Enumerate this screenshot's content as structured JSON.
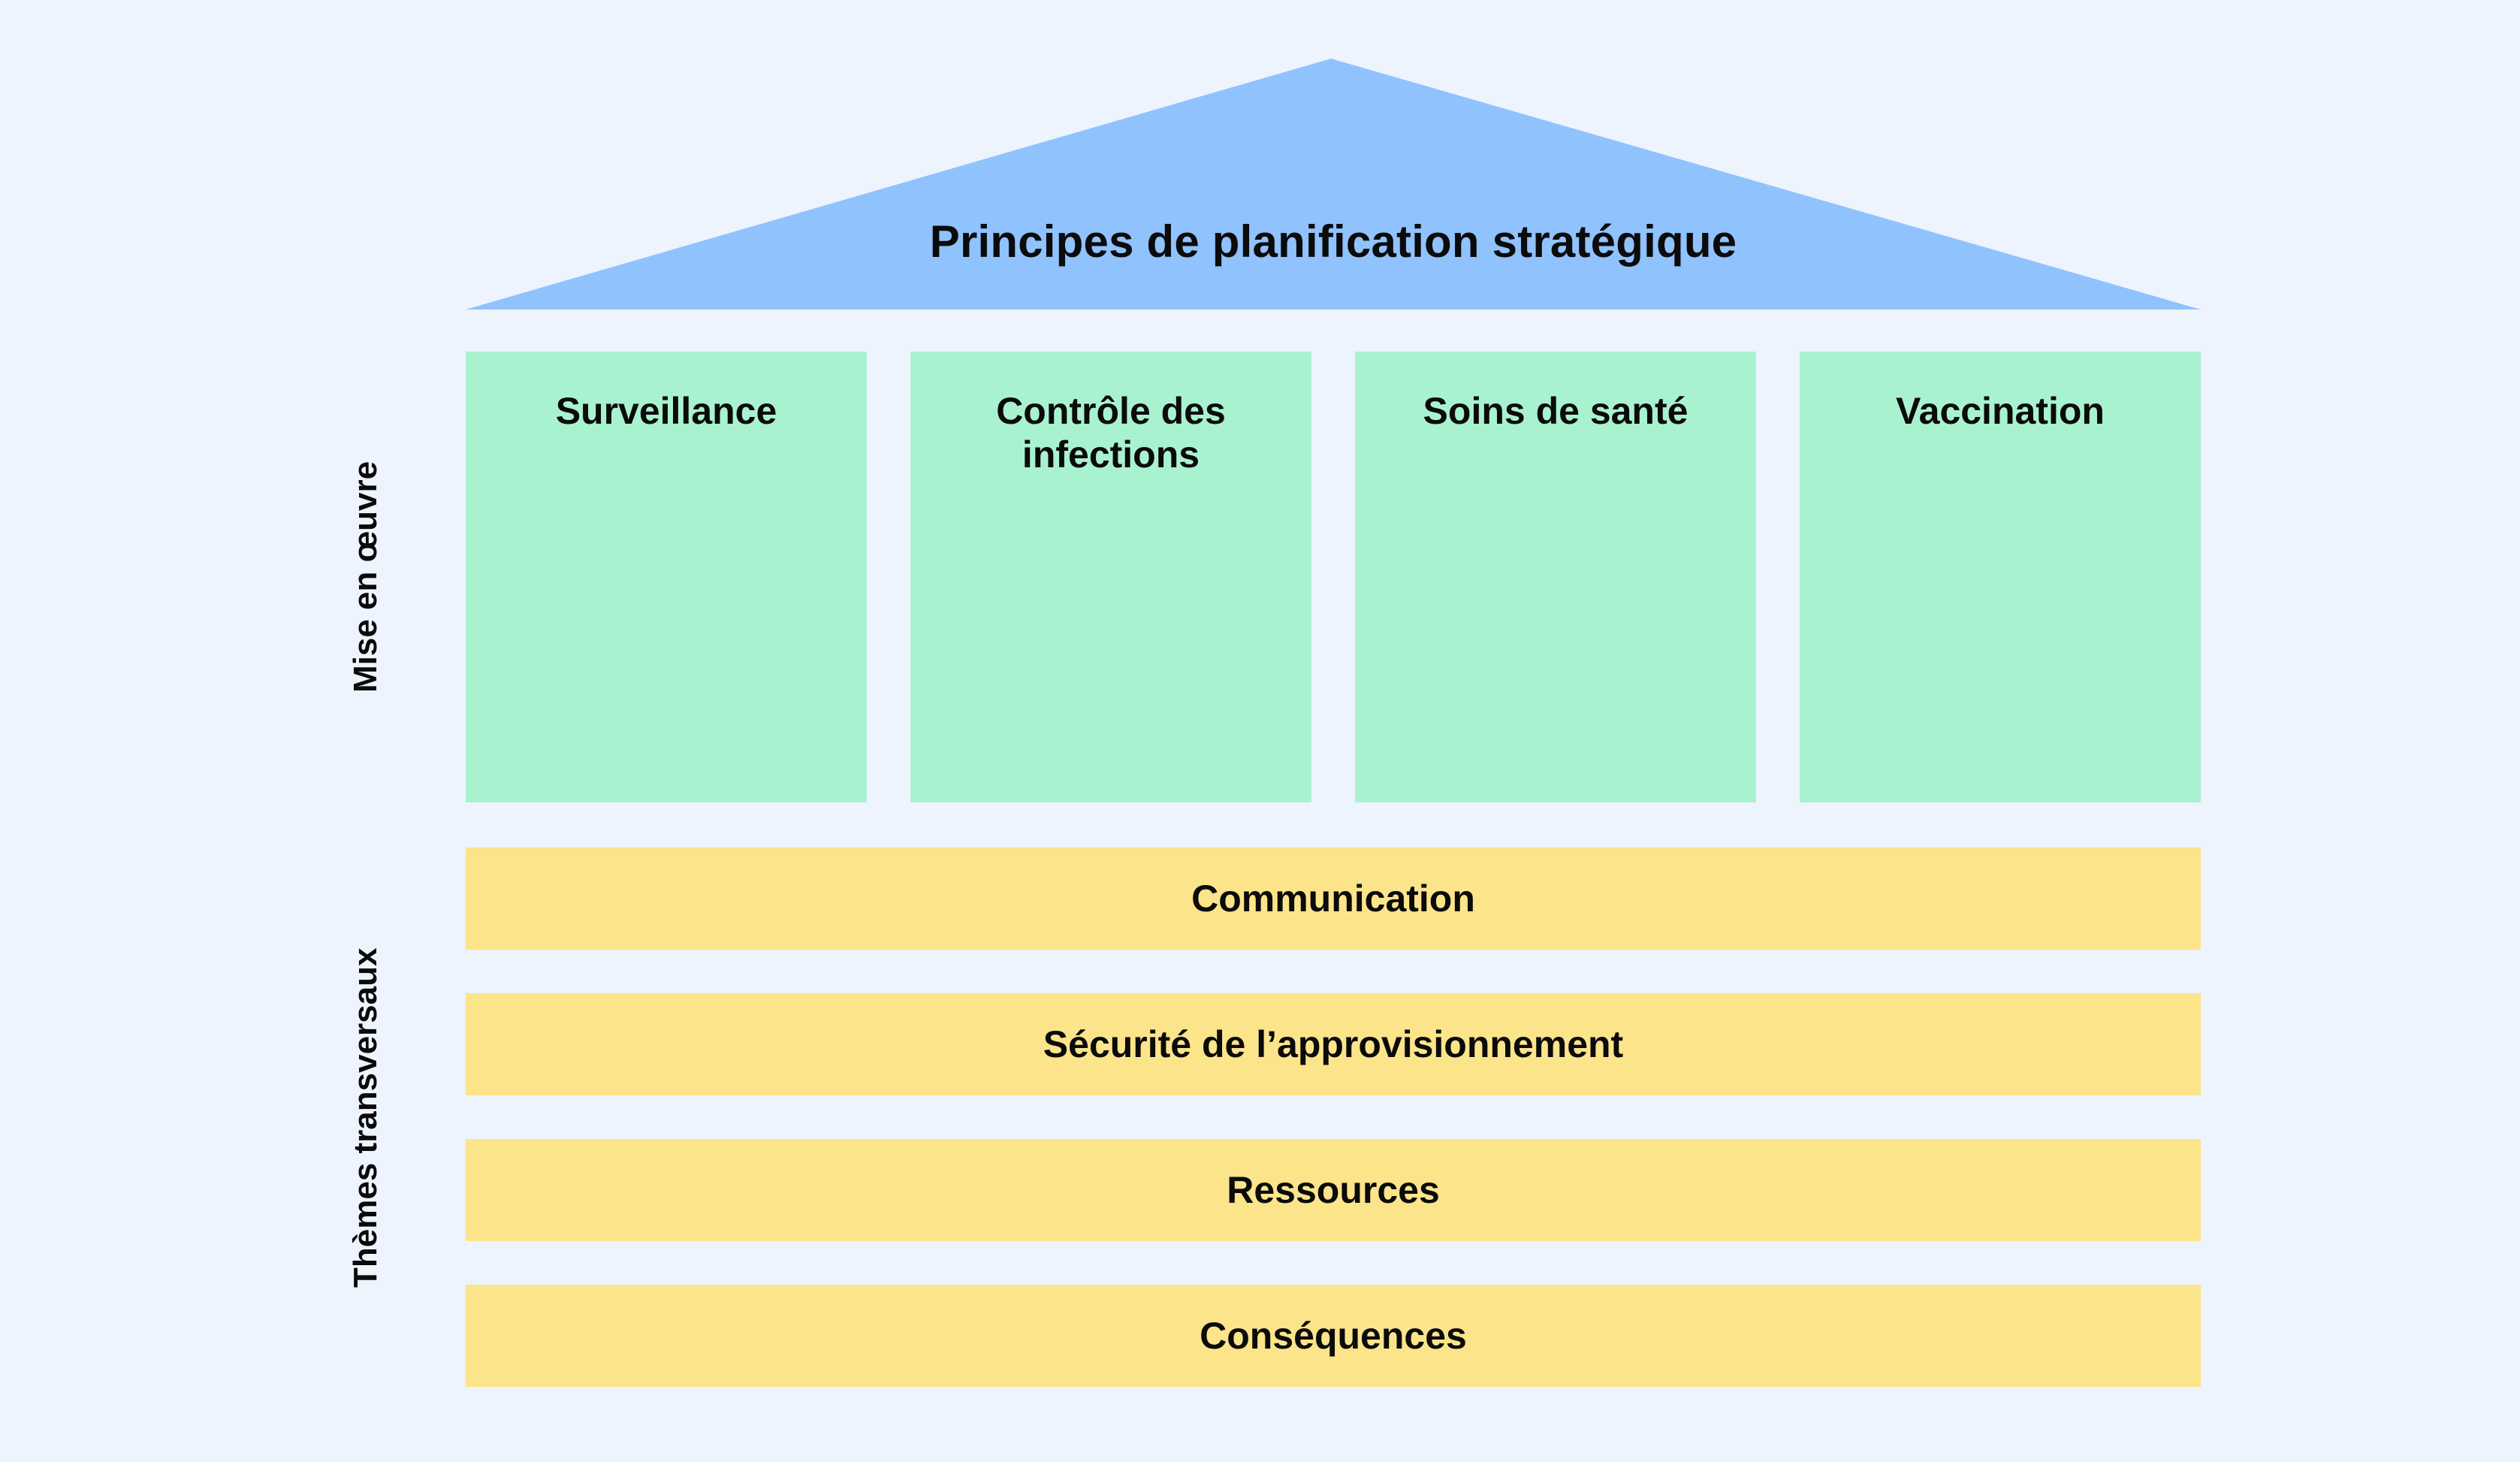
{
  "diagram": {
    "background_color": "#edf4fe",
    "roof": {
      "label": "Principes de planification stratégique",
      "color": "#90c2fe",
      "shape": "triangle"
    },
    "side_labels": {
      "implementation": "Mise en œuvre",
      "crosscutting": "Thèmes transversaux"
    },
    "pillars": {
      "color": "#a9f2d0",
      "items": [
        {
          "label": "Surveillance"
        },
        {
          "label": "Contrôle des infections"
        },
        {
          "label": "Soins de santé"
        },
        {
          "label": "Vaccination"
        }
      ]
    },
    "bars": {
      "color": "#fce48b",
      "items": [
        {
          "label": "Communication"
        },
        {
          "label": "Sécurité de l’approvisionnement"
        },
        {
          "label": "Ressources"
        },
        {
          "label": "Conséquences"
        }
      ]
    }
  }
}
